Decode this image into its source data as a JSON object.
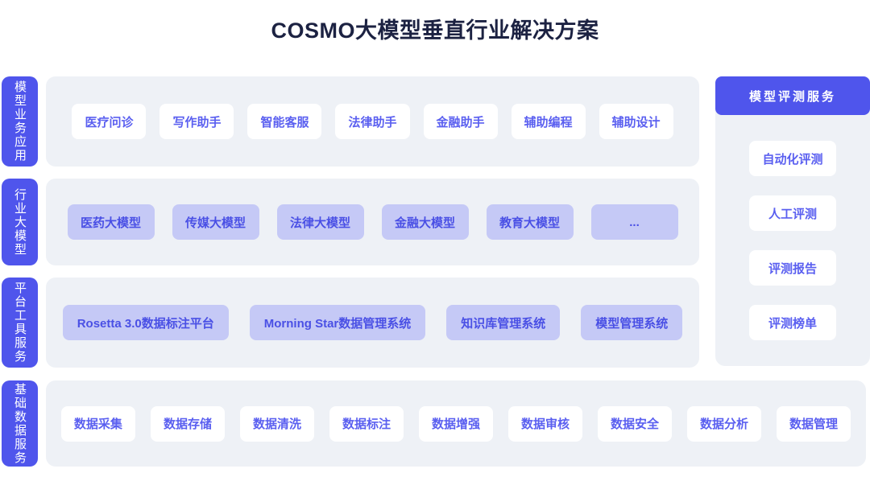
{
  "title": "COSMO大模型垂直行业解决方案",
  "rows": [
    {
      "tab": "模型业务应用",
      "items": [
        "医疗问诊",
        "写作助手",
        "智能客服",
        "法律助手",
        "金融助手",
        "辅助编程",
        "辅助设计"
      ]
    },
    {
      "tab": "行业大模型",
      "items": [
        "医药大模型",
        "传媒大模型",
        "法律大模型",
        "金融大模型",
        "教育大模型",
        "..."
      ]
    },
    {
      "tab": "平台工具服务",
      "items": [
        "Rosetta 3.0数据标注平台",
        "Morning Star数据管理系统",
        "知识库管理系统",
        "模型管理系统"
      ]
    },
    {
      "tab": "基础数据服务",
      "items": [
        "数据采集",
        "数据存储",
        "数据清洗",
        "数据标注",
        "数据增强",
        "数据审核",
        "数据安全",
        "数据分析",
        "数据管理"
      ]
    }
  ],
  "right_panel": {
    "header": "模型评测服务",
    "items": [
      "自动化评测",
      "人工评测",
      "评测报告",
      "评测榜单"
    ]
  },
  "colors": {
    "accent_blue": "#4f55ec",
    "lavender_fill": "#c5c9f6",
    "container_bg": "#eef1f6",
    "white_box_text": "#5a5ff0",
    "lavender_box_text": "#4a50e5",
    "title_text": "#1c2242"
  }
}
